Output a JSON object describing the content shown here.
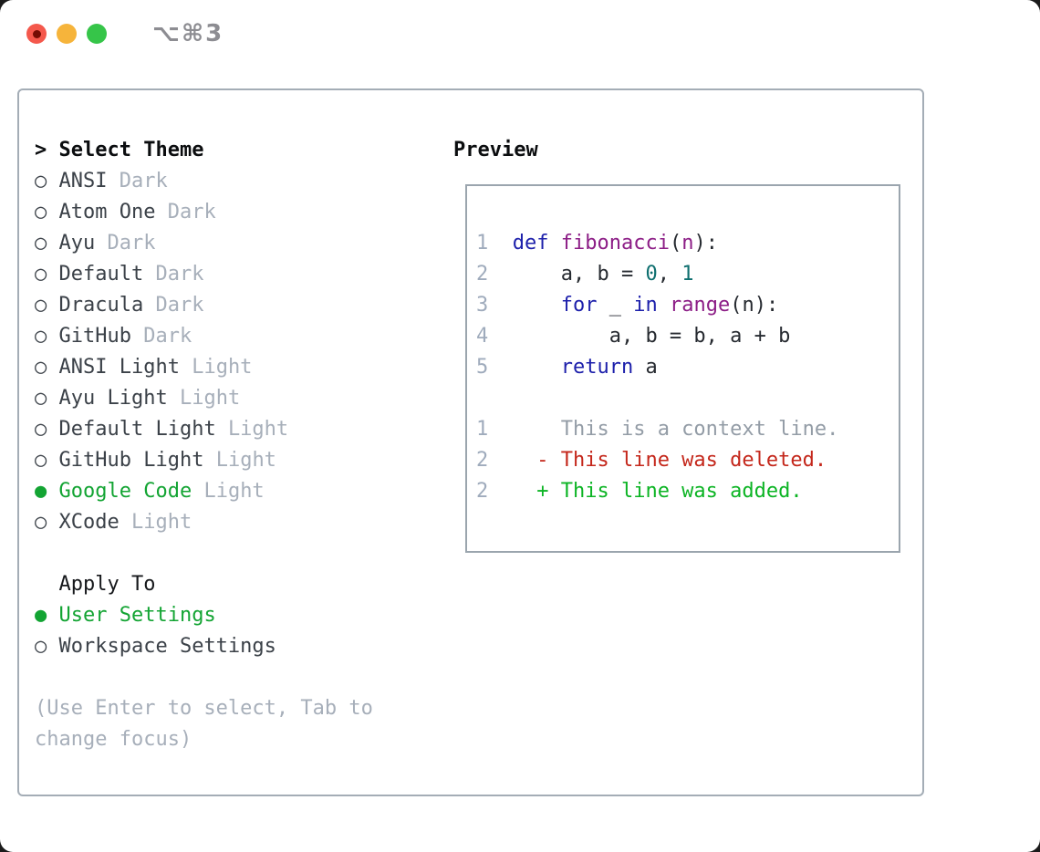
{
  "window": {
    "shortcut": "⌥⌘3",
    "traffic_lights": [
      {
        "name": "close",
        "color": "#f4584c",
        "modified_dot": "#730c03"
      },
      {
        "name": "minimize",
        "color": "#f6b43b"
      },
      {
        "name": "zoom",
        "color": "#36c549"
      }
    ]
  },
  "theme_list": {
    "header_prefix": ">",
    "header": "Select Theme",
    "items": [
      {
        "name": "ANSI",
        "variant": "Dark",
        "selected": false
      },
      {
        "name": "Atom One",
        "variant": "Dark",
        "selected": false
      },
      {
        "name": "Ayu",
        "variant": "Dark",
        "selected": false
      },
      {
        "name": "Default",
        "variant": "Dark",
        "selected": false
      },
      {
        "name": "Dracula",
        "variant": "Dark",
        "selected": false
      },
      {
        "name": "GitHub",
        "variant": "Dark",
        "selected": false
      },
      {
        "name": "ANSI Light",
        "variant": "Light",
        "selected": false
      },
      {
        "name": "Ayu Light",
        "variant": "Light",
        "selected": false
      },
      {
        "name": "Default Light",
        "variant": "Light",
        "selected": false
      },
      {
        "name": "GitHub Light",
        "variant": "Light",
        "selected": false
      },
      {
        "name": "Google Code",
        "variant": "Light",
        "selected": true
      },
      {
        "name": "XCode",
        "variant": "Light",
        "selected": false
      }
    ]
  },
  "apply_to": {
    "header": "Apply To",
    "options": [
      {
        "name": "User Settings",
        "selected": true
      },
      {
        "name": "Workspace Settings",
        "selected": false
      }
    ]
  },
  "help_lines": [
    "(Use Enter to select, Tab to",
    "change focus)"
  ],
  "preview": {
    "title": "Preview",
    "code_lines": [
      {
        "num": "1",
        "tokens": [
          {
            "t": "def",
            "c": "kw"
          },
          {
            "t": " ",
            "c": "pl"
          },
          {
            "t": "fibonacci",
            "c": "fn"
          },
          {
            "t": "(",
            "c": "pl"
          },
          {
            "t": "n",
            "c": "fn"
          },
          {
            "t": "):",
            "c": "pl"
          }
        ]
      },
      {
        "num": "2",
        "tokens": [
          {
            "t": "    a, b = ",
            "c": "pl"
          },
          {
            "t": "0",
            "c": "lit"
          },
          {
            "t": ", ",
            "c": "pl"
          },
          {
            "t": "1",
            "c": "lit"
          }
        ]
      },
      {
        "num": "3",
        "tokens": [
          {
            "t": "    ",
            "c": "pl"
          },
          {
            "t": "for",
            "c": "kw"
          },
          {
            "t": " _ ",
            "c": "pl"
          },
          {
            "t": "in",
            "c": "kw"
          },
          {
            "t": " ",
            "c": "pl"
          },
          {
            "t": "range",
            "c": "fn"
          },
          {
            "t": "(n):",
            "c": "pl"
          }
        ]
      },
      {
        "num": "4",
        "tokens": [
          {
            "t": "        a, b = b, a + b",
            "c": "pl"
          }
        ]
      },
      {
        "num": "5",
        "tokens": [
          {
            "t": "    ",
            "c": "pl"
          },
          {
            "t": "return",
            "c": "kw"
          },
          {
            "t": " a",
            "c": "pl"
          }
        ]
      }
    ],
    "diff_lines": [
      {
        "num": "1",
        "marker": " ",
        "text": "This is a context line.",
        "type": "context"
      },
      {
        "num": "2",
        "marker": "-",
        "text": "This line was deleted.",
        "type": "deleted"
      },
      {
        "num": "2",
        "marker": "+",
        "text": "This line was added.",
        "type": "added"
      }
    ]
  },
  "radio_icons": {
    "selected": "●",
    "unselected": "○"
  },
  "colors": {
    "accent_green": "#13a433",
    "keyword_blue": "#1d20ab",
    "function_purple": "#8c1d86",
    "number_teal": "#0e6f6f",
    "diff_deleted_red": "#c4271b",
    "diff_added_green": "#0cb424",
    "muted_gray": "#a7afba",
    "panel_border": "#a4adb6"
  }
}
